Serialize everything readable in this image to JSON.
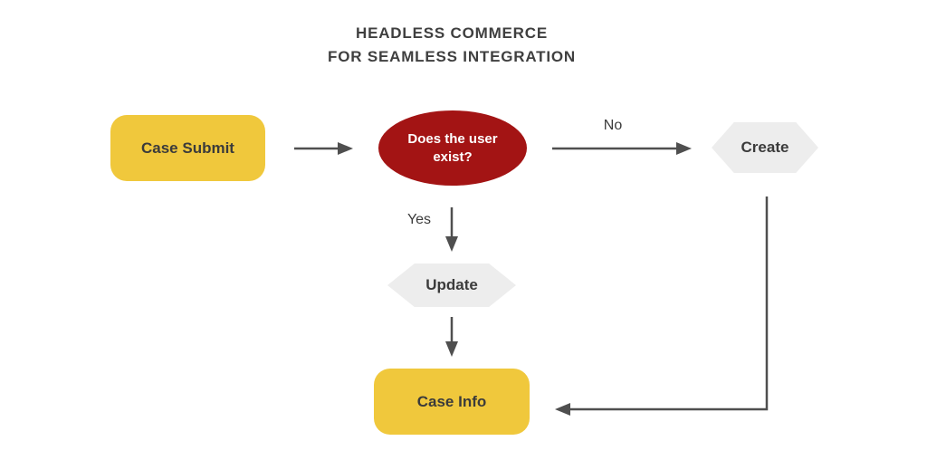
{
  "title": {
    "line1": "HEADLESS COMMERCE",
    "line2": "FOR SEAMLESS INTEGRATION"
  },
  "nodes": {
    "case_submit": {
      "label": "Case Submit",
      "shape": "rounded-rect",
      "fill": "#F0C83C",
      "text_color": "#3B3B3B"
    },
    "user_exists": {
      "label": "Does the user exist?",
      "shape": "ellipse",
      "fill": "#A31414",
      "text_color": "#FFFFFF"
    },
    "create": {
      "label": "Create",
      "shape": "hexagon",
      "fill": "#EDEDED",
      "text_color": "#3B3B3B"
    },
    "update": {
      "label": "Update",
      "shape": "hexagon",
      "fill": "#EDEDED",
      "text_color": "#3B3B3B"
    },
    "case_info": {
      "label": "Case Info",
      "shape": "rounded-rect",
      "fill": "#F0C83C",
      "text_color": "#3B3B3B"
    }
  },
  "edge_labels": {
    "no": "No",
    "yes": "Yes"
  },
  "edges": [
    {
      "from": "case_submit",
      "to": "user_exists",
      "label": ""
    },
    {
      "from": "user_exists",
      "to": "create",
      "label": "No"
    },
    {
      "from": "user_exists",
      "to": "update",
      "label": "Yes"
    },
    {
      "from": "update",
      "to": "case_info",
      "label": ""
    },
    {
      "from": "create",
      "to": "case_info",
      "label": ""
    }
  ],
  "colors": {
    "node_yellow": "#F0C83C",
    "node_red": "#A31414",
    "node_gray": "#EDEDED",
    "text_dark": "#3B3B3B",
    "text_light": "#FFFFFF",
    "arrow": "#4F4F4F",
    "background": "#FFFFFF"
  }
}
